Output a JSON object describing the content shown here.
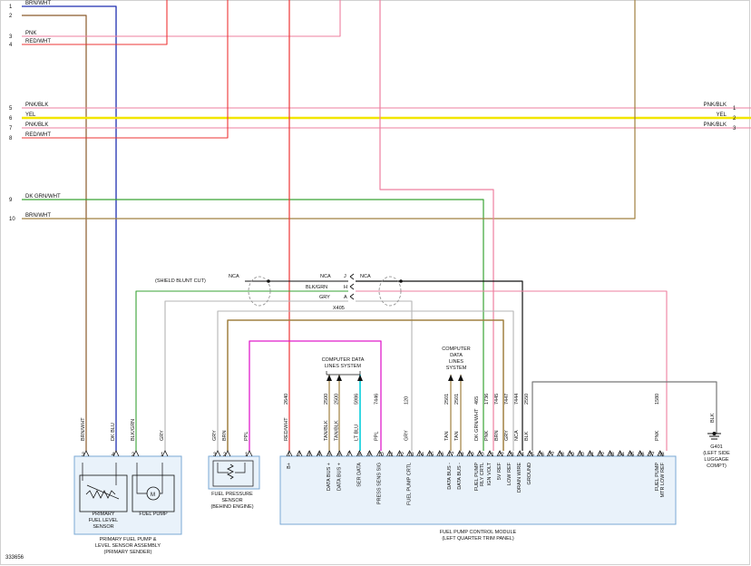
{
  "colors": {
    "BRN": "#8b5a2b",
    "BLUE": "#1f2fb0",
    "PINK": "#ee7f9f",
    "RED": "#ee3535",
    "YEL": "#f2e600",
    "GRN": "#3aa335",
    "GRAY": "#b5b5b5",
    "MAG": "#e01ecb",
    "TAN": "#a08040",
    "CYAN": "#22d3e0",
    "BLK": "#111111",
    "MODULE_FILL": "#e9f2fa",
    "MODULE_STROKE": "#7aa8d4"
  },
  "left_circuits": [
    {
      "num": "1",
      "label": "BRN/WHT"
    },
    {
      "num": "2",
      "label": ""
    },
    {
      "num": "3",
      "label": "PNK"
    },
    {
      "num": "4",
      "label": "RED/WHT"
    },
    {
      "num": "5",
      "label": "PNK/BLK"
    },
    {
      "num": "6",
      "label": "YEL"
    },
    {
      "num": "7",
      "label": "PNK/BLK"
    },
    {
      "num": "8",
      "label": "RED/WHT"
    },
    {
      "num": "9",
      "label": "DK GRN/WHT"
    },
    {
      "num": "10",
      "label": "BRN/WHT"
    }
  ],
  "right_circuits": [
    {
      "num": "1",
      "label": "PNK/BLK"
    },
    {
      "num": "2",
      "label": "YEL"
    },
    {
      "num": "3",
      "label": "PNK/BLK"
    }
  ],
  "connector": {
    "name": "X405",
    "shield_label": "(SHIELD BLUNT CUT)",
    "nca_left": "NCA",
    "nca_mid": "NCA",
    "nca_right": "NCA",
    "pins": [
      {
        "pin": "J",
        "wire": "NCA"
      },
      {
        "pin": "H",
        "wire": "BLK/GRN"
      },
      {
        "pin": "A",
        "wire": "GRY"
      }
    ]
  },
  "sender_assembly": {
    "pins": [
      {
        "num": "3",
        "wire": "BRN/WHT"
      },
      {
        "num": "4",
        "wire": "DK BLU"
      },
      {
        "num": "2",
        "wire": "BLK/GRN"
      },
      {
        "num": "1",
        "wire": "GRY"
      }
    ],
    "level_sensor": [
      "PRIMARY",
      "FUEL LEVEL",
      "SENSOR"
    ],
    "pump": [
      "FUEL PUMP"
    ],
    "motor_symbol": "M",
    "title": [
      "PRIMARY FUEL PUMP &",
      "LEVEL SENSOR ASSEMBLY",
      "(PRIMARY SENDER)"
    ]
  },
  "pressure_sensor": {
    "pins": [
      {
        "num": "3",
        "wire": "GRY"
      },
      {
        "num": "2",
        "wire": "BRN"
      },
      {
        "num": "1",
        "wire": "PPL"
      }
    ],
    "title": [
      "FUEL PRESSURE",
      "SENSOR",
      "(BEHIND ENGINE)"
    ]
  },
  "module": {
    "title": [
      "FUEL PUMP CONTROL MODULE",
      "(LEFT QUARTER TRIM PANEL)"
    ],
    "pins": [
      {
        "num": "1",
        "wire": "RED/WHT",
        "circuit": "2640",
        "func": "B+"
      },
      {
        "num": "2",
        "wire": "",
        "circuit": "",
        "func": ""
      },
      {
        "num": "3",
        "wire": "",
        "circuit": "",
        "func": ""
      },
      {
        "num": "4",
        "wire": "",
        "circuit": "",
        "func": ""
      },
      {
        "num": "5",
        "wire": "TAN/BLK",
        "circuit": "2500",
        "func": "DATA BUS +"
      },
      {
        "num": "6",
        "wire": "TAN/BLK",
        "circuit": "2500",
        "func": "DATA BUS +"
      },
      {
        "num": "7",
        "wire": "",
        "circuit": "",
        "func": ""
      },
      {
        "num": "8",
        "wire": "LT BLU",
        "circuit": "5986",
        "func": "SER DATA"
      },
      {
        "num": "9",
        "wire": "",
        "circuit": "",
        "func": ""
      },
      {
        "num": "10",
        "wire": "PPL",
        "circuit": "7446",
        "func": "PRESS SENS SIG"
      },
      {
        "num": "11",
        "wire": "",
        "circuit": "",
        "func": ""
      },
      {
        "num": "12",
        "wire": "",
        "circuit": "",
        "func": ""
      },
      {
        "num": "13",
        "wire": "GRY",
        "circuit": "120",
        "func": "FUEL PUMP CRTL"
      },
      {
        "num": "14",
        "wire": "",
        "circuit": "",
        "func": ""
      },
      {
        "num": "15",
        "wire": "",
        "circuit": "",
        "func": ""
      },
      {
        "num": "16",
        "wire": "",
        "circuit": "",
        "func": ""
      },
      {
        "num": "17",
        "wire": "TAN",
        "circuit": "2501",
        "func": "DATA BUS -"
      },
      {
        "num": "18",
        "wire": "TAN",
        "circuit": "2501",
        "func": "DATA BUS -"
      },
      {
        "num": "19",
        "wire": "",
        "circuit": "",
        "func": ""
      },
      {
        "num": "20",
        "wire": "DK GRN/WHT",
        "circuit": "465",
        "func": "FUEL PUMP RLY CRTL"
      },
      {
        "num": "21",
        "wire": "PNK",
        "circuit": "1736",
        "func": "IGN VOLT"
      },
      {
        "num": "22",
        "wire": "BRN",
        "circuit": "7445",
        "func": "5V REF"
      },
      {
        "num": "23",
        "wire": "GRY",
        "circuit": "7447",
        "func": "LOW REF"
      },
      {
        "num": "24",
        "wire": "NCA",
        "circuit": "7444",
        "func": "DRAIN WIRE"
      },
      {
        "num": "25",
        "wire": "BLK",
        "circuit": "2550",
        "func": "GROUND"
      },
      {
        "num": "26",
        "wire": "",
        "circuit": "",
        "func": ""
      },
      {
        "num": "27",
        "wire": "",
        "circuit": "",
        "func": ""
      },
      {
        "num": "28",
        "wire": "",
        "circuit": "",
        "func": ""
      },
      {
        "num": "29",
        "wire": "",
        "circuit": "",
        "func": ""
      },
      {
        "num": "30",
        "wire": "",
        "circuit": "",
        "func": ""
      },
      {
        "num": "31",
        "wire": "",
        "circuit": "",
        "func": ""
      },
      {
        "num": "32",
        "wire": "",
        "circuit": "",
        "func": ""
      },
      {
        "num": "33",
        "wire": "",
        "circuit": "",
        "func": ""
      },
      {
        "num": "34",
        "wire": "",
        "circuit": "",
        "func": ""
      },
      {
        "num": "35",
        "wire": "",
        "circuit": "",
        "func": ""
      },
      {
        "num": "36",
        "wire": "",
        "circuit": "",
        "func": ""
      },
      {
        "num": "37",
        "wire": "",
        "circuit": "",
        "func": ""
      },
      {
        "num": "38",
        "wire": "PNK",
        "circuit": "1580",
        "func": "FUEL PUMP MTR LOW REF"
      }
    ]
  },
  "computer_data_left": [
    "COMPUTER DATA",
    "LINES SYSTEM"
  ],
  "computer_data_right": [
    "COMPUTER",
    "DATA",
    "LINES",
    "SYSTEM"
  ],
  "ground": {
    "wire": "BLK",
    "name": "G401",
    "location": [
      "(LEFT SIDE",
      "LUGGAGE",
      "COMPT)"
    ]
  },
  "figure_id": "333656"
}
